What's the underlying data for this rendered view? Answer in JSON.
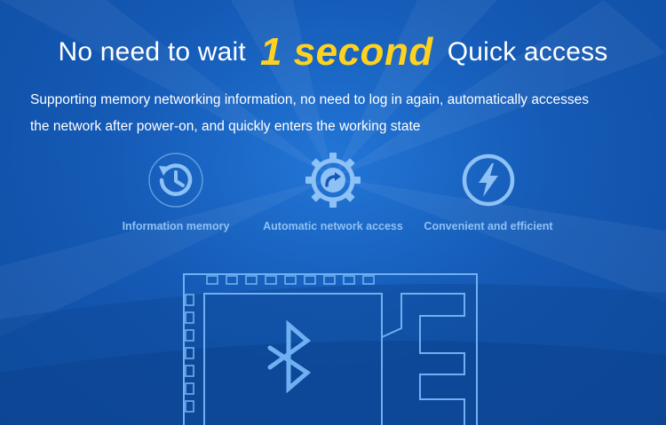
{
  "headline": {
    "prefix": "No need to wait",
    "highlight": "1 second",
    "suffix": "Quick access"
  },
  "description": {
    "line1": "Supporting memory networking information, no need to log in again, automatically accesses",
    "line2": "the network after power-on, and quickly enters the working state"
  },
  "features": [
    {
      "label": "Information memory",
      "icon": "history-clock-icon"
    },
    {
      "label": "Automatic network access",
      "icon": "gear-arrow-icon"
    },
    {
      "label": "Convenient and efficient",
      "icon": "lightning-icon"
    }
  ],
  "module": {
    "icon": "bluetooth-icon"
  },
  "colors": {
    "background": "#1459b5",
    "highlight": "#ffd21f",
    "icon_outline": "#8ec1f5",
    "label": "#8ec1f5"
  }
}
